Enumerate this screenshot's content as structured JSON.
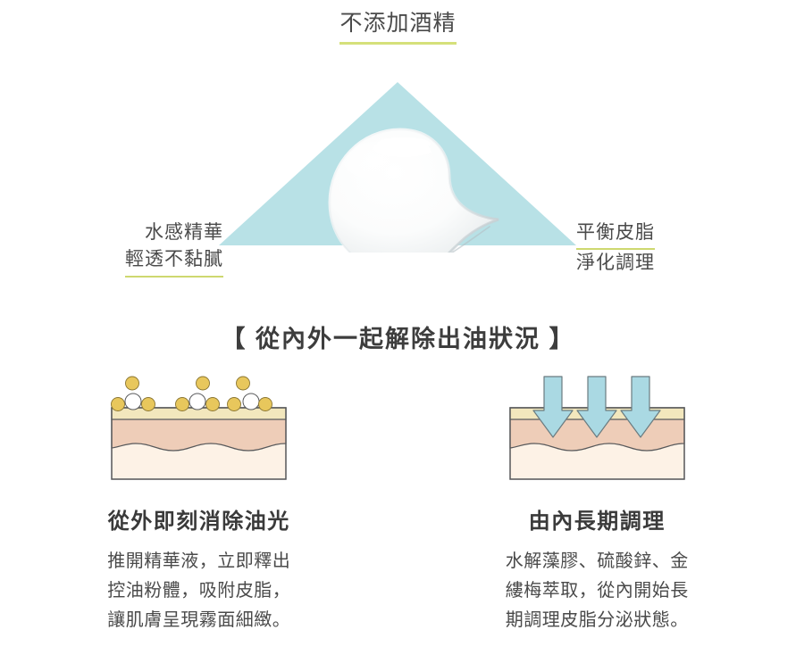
{
  "top": {
    "headline": "不添加酒精"
  },
  "hero": {
    "triangle_color": "#b8e1e6",
    "droplet_label": "serum-droplet"
  },
  "side_labels": {
    "left": {
      "line1": "水感精華",
      "line2": "輕透不黏膩",
      "underlined_line": 2
    },
    "right": {
      "line1": "平衡皮脂",
      "line2": "淨化調理",
      "underlined_line": 1
    }
  },
  "section": {
    "heading": "【 從內外一起解除出油狀況 】"
  },
  "columns": [
    {
      "id": "outside",
      "title": "從外即刻消除油光",
      "body": "推開精華液，立即釋出\n控油粉體，吸附皮脂，\n讓肌膚呈現霧面細緻。",
      "diagram": "skin-with-oil-particles"
    },
    {
      "id": "inside",
      "title": "由內長期調理",
      "body": "水解藻膠、硫酸鋅、金\n縷梅萃取，從內開始長\n期調理皮脂分泌狀態。",
      "diagram": "skin-with-absorbing-arrows"
    }
  ],
  "colors": {
    "underline_green": "#ced86f",
    "triangle_aqua": "#b8e1e6",
    "skin_top_layer": "#f2e6bc",
    "skin_mid_layer": "#edcdb9",
    "skin_bottom_layer": "#fbeedf",
    "oil_particle_yellow": "#e8c75c",
    "arrow_blue": "#aad9e3",
    "outline_gray": "#58595b",
    "text_dark": "#434343"
  }
}
